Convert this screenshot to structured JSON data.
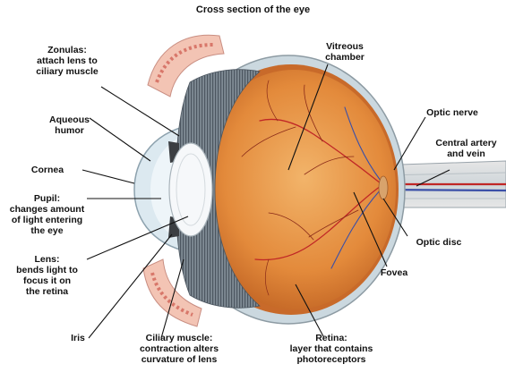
{
  "title": "Cross section of the eye",
  "labels": {
    "zonulas": "Zonulas:\nattach lens to\nciliary muscle",
    "aqueous": "Aqueous\nhumor",
    "cornea": "Cornea",
    "pupil": "Pupil:\nchanges amount\nof light entering\nthe eye",
    "lens": "Lens:\nbends light to\nfocus it on\nthe retina",
    "iris": "Iris",
    "ciliary": "Ciliary muscle:\ncontraction alters\ncurvature of lens",
    "retina": "Retina:\nlayer that contains\nphotoreceptors",
    "fovea": "Fovea",
    "optic_disc": "Optic disc",
    "central_artery": "Central artery\nand vein",
    "optic_nerve": "Optic nerve",
    "vitreous": "Vitreous\nchamber"
  },
  "colors": {
    "vitreous_fill": "#e0883a",
    "sclera": "#c9d6dd",
    "lens": "#f4f6f8",
    "artery": "#c02626",
    "vein": "#3a4fa8",
    "leader": "#111111"
  }
}
